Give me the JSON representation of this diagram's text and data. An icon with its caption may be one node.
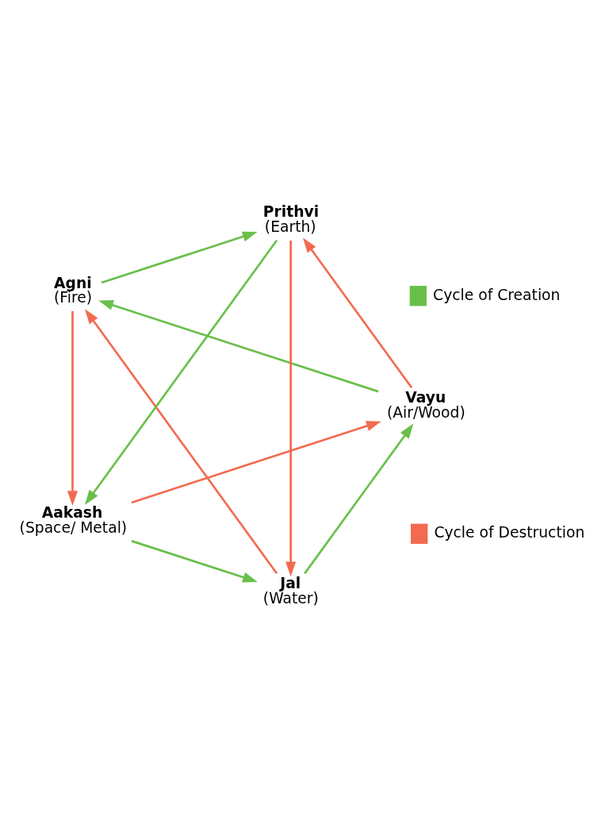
{
  "diagram": {
    "nodes": [
      {
        "text": [
          "Jal",
          "(Water)"
        ]
      },
      {
        "text": [
          "Vayu",
          "(Air/Wood)"
        ]
      },
      {
        "text": [
          "Agni",
          "(Fire)"
        ]
      },
      {
        "text": [
          "Prithvi",
          "(Earth)"
        ]
      },
      {
        "text": [
          "Aakash",
          "(Space/ Metal)"
        ]
      }
    ],
    "edges": [
      {
        "from": 0,
        "to": 1,
        "arrow": "to",
        "color": "#6abf4b"
      },
      {
        "from": 1,
        "to": 2,
        "arrow": "to",
        "color": "#6abf4b"
      },
      {
        "from": 2,
        "to": 3,
        "arrow": "to",
        "color": "#6abf4b"
      },
      {
        "from": 3,
        "to": 4,
        "arrow": "to",
        "color": "#6abf4b"
      },
      {
        "from": 4,
        "to": 0,
        "arrow": "to",
        "color": "#6abf4b"
      },
      {
        "from": 4,
        "to": 1,
        "arrow": "to",
        "color": "#f26b50"
      },
      {
        "from": 0,
        "to": 2,
        "arrow": "to",
        "color": "#f26b50"
      },
      {
        "from": 3,
        "to": 0,
        "arrow": "to",
        "color": "#f26b50"
      },
      {
        "from": 1,
        "to": 3,
        "arrow": "to",
        "color": "#f26b50"
      },
      {
        "from": 2,
        "to": 4,
        "arrow": "to",
        "color": "#f26b50"
      }
    ],
    "legend": [
      {
        "text": "Cycle of Creation",
        "color": "#6abf4b"
      },
      {
        "text": "Cycle of Destruction",
        "color": "#f26b50"
      }
    ]
  }
}
